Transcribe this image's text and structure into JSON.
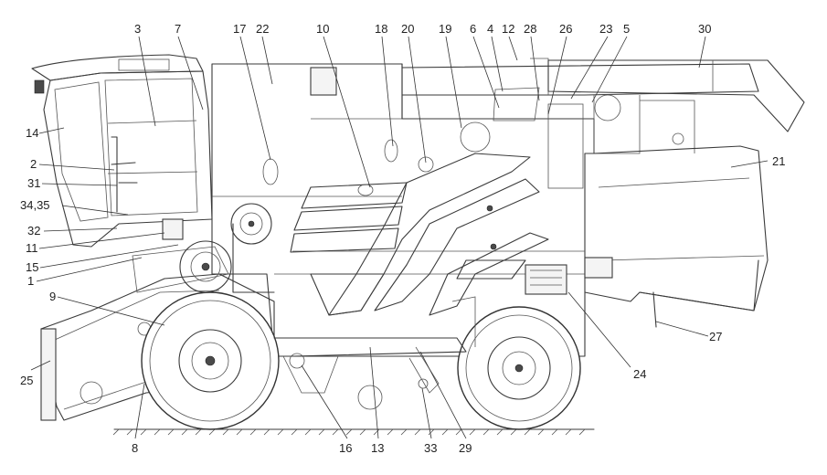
{
  "callouts": {
    "c1": "1",
    "c2": "2",
    "c3": "3",
    "c4": "4",
    "c5": "5",
    "c6": "6",
    "c7": "7",
    "c8": "8",
    "c9": "9",
    "c10": "10",
    "c11": "11",
    "c12": "12",
    "c13": "13",
    "c14": "14",
    "c15": "15",
    "c16": "16",
    "c17": "17",
    "c18": "18",
    "c19": "19",
    "c20": "20",
    "c21": "21",
    "c22": "22",
    "c23": "23",
    "c24": "24",
    "c25": "25",
    "c26": "26",
    "c27": "27",
    "c28": "28",
    "c29": "29",
    "c30": "30",
    "c31": "31",
    "c32": "32",
    "c33": "33",
    "c3435": "34,35"
  },
  "colors": {
    "line": "#3a3a3a",
    "label": "#222222",
    "background": "#ffffff"
  },
  "drawing": {
    "machine": "combine-harvester",
    "view": "side"
  }
}
